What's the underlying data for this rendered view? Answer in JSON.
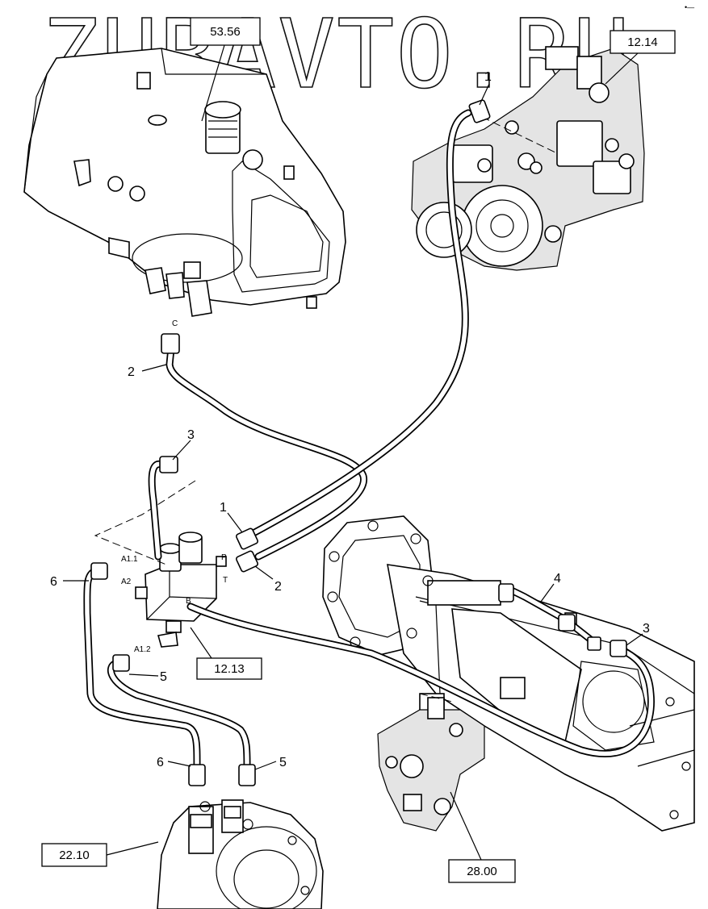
{
  "watermark": "ZURAVTO.RU",
  "corner_mark": "•—",
  "reference_boxes": {
    "tank": "53.56",
    "pump": "12.14",
    "valve_block": "12.13",
    "motor": "22.10",
    "axle_motor": "28.00"
  },
  "callouts": {
    "hose1_top": "1",
    "hose2_left": "2",
    "hose3_top": "3",
    "hose1_valve": "1",
    "hose2_valve": "2",
    "hose6_left": "6",
    "hose4_axle": "4",
    "hose3_axle": "3",
    "hose5_upper": "5",
    "hose6_lower": "6",
    "hose5_lower": "5"
  },
  "port_labels": {
    "tank_port": "C",
    "a11": "A1.1",
    "a2": "A2",
    "a12": "A1.2",
    "p": "P",
    "t": "T",
    "b": "B"
  }
}
